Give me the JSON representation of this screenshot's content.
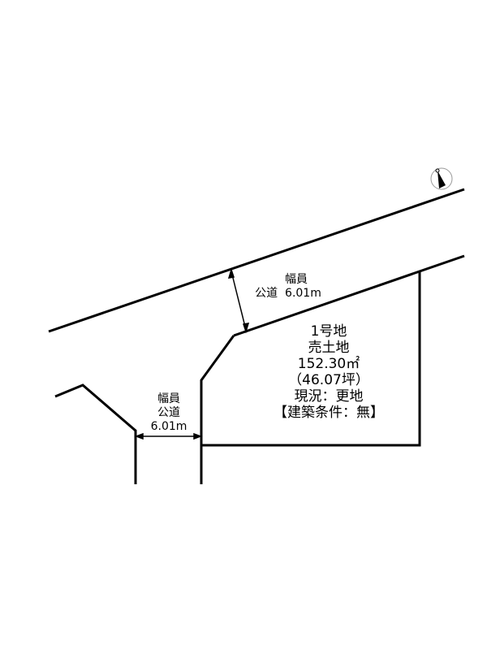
{
  "road_top": {
    "label_line1": "幅員",
    "label_line2": "公道",
    "width": "6.01m"
  },
  "road_left": {
    "label_line1": "幅員",
    "label_line2": "公道",
    "width": "6.01m"
  },
  "plot": {
    "number": "1号地",
    "type": "売土地",
    "area_sqm": "152.30㎡",
    "area_tsubo": "（46.07坪）",
    "status": "現況：更地",
    "condition": "【建築条件：無】"
  },
  "compass": {
    "icon": "north-arrow-icon"
  }
}
